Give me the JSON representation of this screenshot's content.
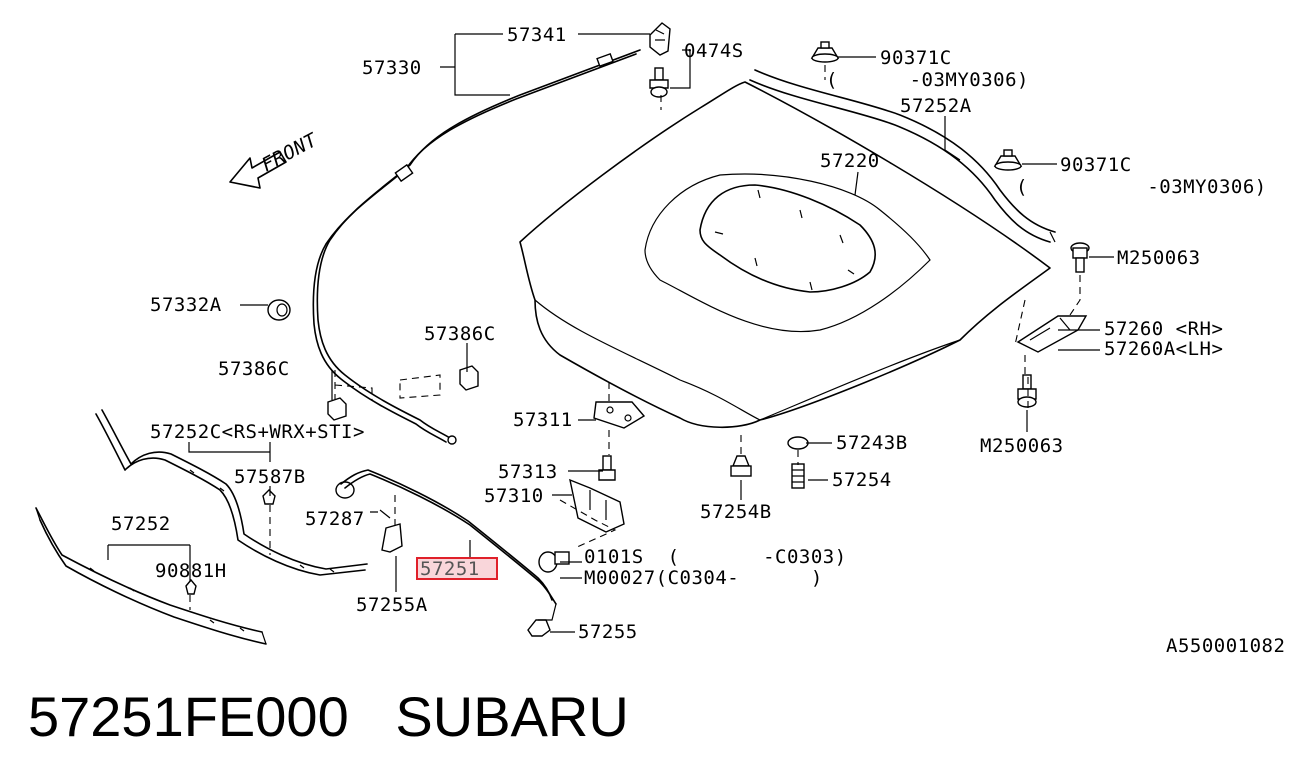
{
  "diagram_id": "A550001082",
  "caption": {
    "part_number": "57251FE000",
    "brand": "SUBARU"
  },
  "front_label": "FRONT",
  "highlighted_part": "57251",
  "labels": {
    "p57341": "57341",
    "p57330": "57330",
    "p0474S": "0474S",
    "p90371C_a": "90371C",
    "p90371C_a_note": "(      -03MY0306)",
    "p57252A": "57252A",
    "p57220": "57220",
    "p90371C_b": "90371C",
    "p90371C_b_note": "(          -03MY0306)",
    "pM250063_a": "M250063",
    "p57332A": "57332A",
    "p57386C_a": "57386C",
    "p57260": "57260 <RH>",
    "p57260A": "57260A<LH>",
    "p57386C_b": "57386C",
    "p57252C": "57252C<RS+WRX+STI>",
    "p57311": "57311",
    "p57243B": "57243B",
    "pM250063_b": "M250063",
    "p57587B": "57587B",
    "p57313": "57313",
    "p57254": "57254",
    "p57310": "57310",
    "p57254B": "57254B",
    "p57287": "57287",
    "p57252": "57252",
    "p0101S": "0101S  (       -C0303)",
    "pM00027": "M00027(C0304-      )",
    "p90881H": "90881H",
    "p57255A": "57255A",
    "p57255": "57255"
  }
}
